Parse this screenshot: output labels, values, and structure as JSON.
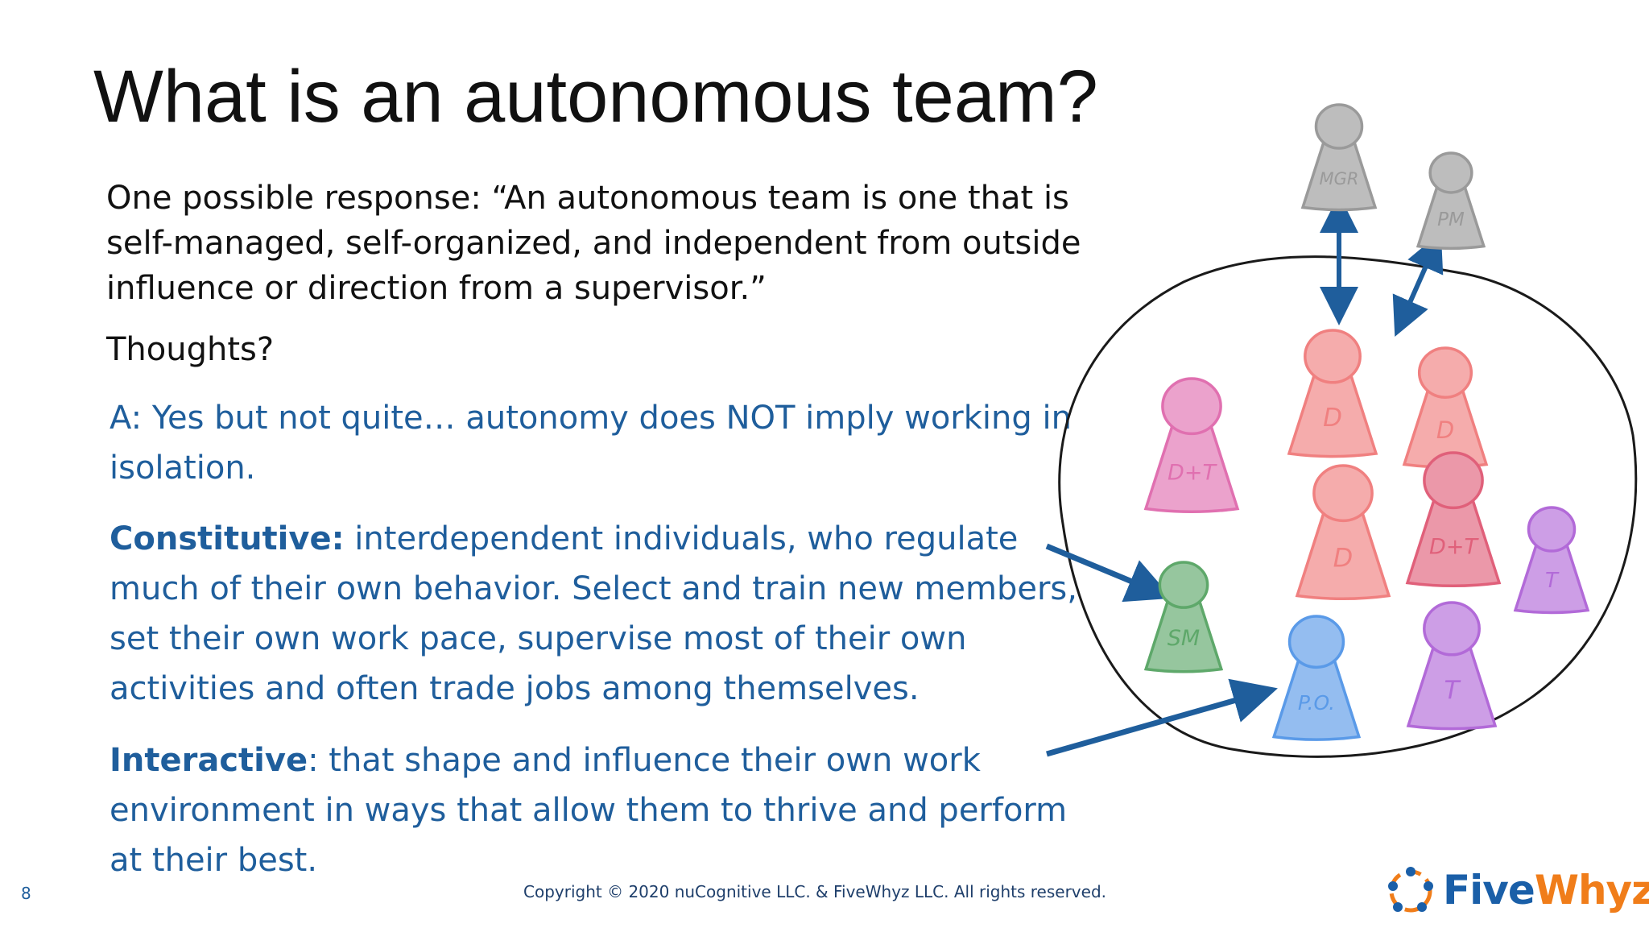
{
  "slide": {
    "title": "What is an autonomous team?",
    "quote_text": "One possible response: “An autonomous team is one that is self-managed, self-organized, and independent from outside influence or direction from a supervisor.”",
    "thoughts": "Thoughts?",
    "answer": "A: Yes but not quite… autonomy does NOT imply working in isolation.",
    "constitutive": {
      "term": "Constitutive:",
      "text": " interdependent individuals, who regulate much of their own behavior. Select and train new members, set their own work pace, supervise most of their own activities and often trade jobs among themselves."
    },
    "interactive": {
      "term": "Interactive",
      "text": ": that shape and influence their own work environment in ways that allow them to thrive and perform at their best."
    },
    "slide_number": "8",
    "copyright": "Copyright © 2020 nuCognitive LLC. & FiveWhyz LLC. All rights reserved."
  },
  "logo": {
    "five": "Five",
    "whyz": "Whyz",
    "five_color": "#1a5fa8",
    "whyz_color": "#f07d1a"
  },
  "illustration": {
    "outside_figures": [
      {
        "label": "MGR",
        "color": "#9a9a9a"
      },
      {
        "label": "PM",
        "color": "#9a9a9a"
      }
    ],
    "team_figures": [
      {
        "label": "D+T",
        "color": "#e070b0"
      },
      {
        "label": "D",
        "color": "#f08080"
      },
      {
        "label": "D",
        "color": "#f08080"
      },
      {
        "label": "D",
        "color": "#f08080"
      },
      {
        "label": "D+T",
        "color": "#e0607a"
      },
      {
        "label": "T",
        "color": "#b26ad8"
      },
      {
        "label": "SM",
        "color": "#5ea86a"
      },
      {
        "label": "P.O.",
        "color": "#5a9ae8"
      },
      {
        "label": "T",
        "color": "#b26ad8"
      }
    ],
    "arrow_color": "#1f5e9c"
  }
}
